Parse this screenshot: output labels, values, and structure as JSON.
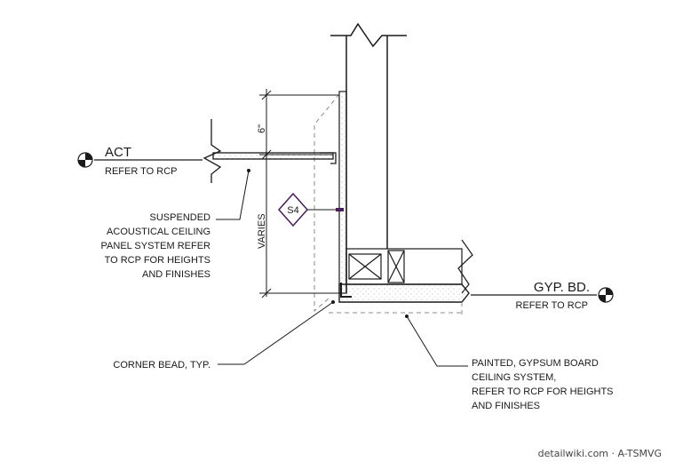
{
  "tags": {
    "act": {
      "title": "ACT",
      "sub": "REFER TO RCP"
    },
    "gyp": {
      "title": "GYP. BD.",
      "sub": "REFER TO RCP"
    }
  },
  "notes": {
    "suspended": [
      "SUSPENDED",
      "ACOUSTICAL CEILING",
      "PANEL SYSTEM REFER",
      "TO RCP FOR HEIGHTS",
      "AND FINISHES"
    ],
    "corner": "CORNER BEAD, TYP.",
    "painted": [
      "PAINTED, GYPSUM BOARD",
      "CEILING SYSTEM,",
      "REFER TO RCP FOR HEIGHTS",
      "AND FINISHES"
    ]
  },
  "dims": {
    "six": "6\"",
    "varies": "VARIES"
  },
  "keynote": "S4",
  "footer": "detailwiki.com · A-TSMVG",
  "colors": {
    "line": "#1a1a1a",
    "keynote": "#4a1d5c",
    "dash": "#888888"
  }
}
